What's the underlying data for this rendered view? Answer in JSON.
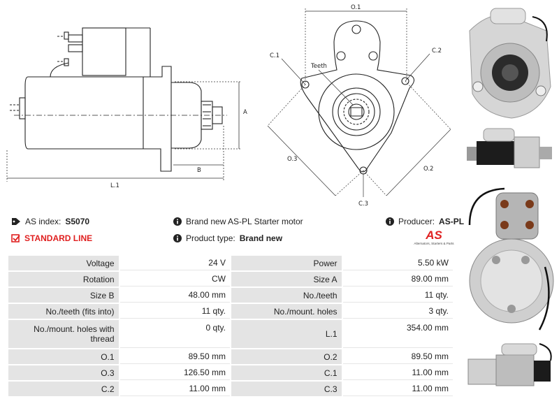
{
  "diagram": {
    "dims": {
      "o1": "O.1",
      "c1": "C.1",
      "c2": "C.2",
      "teeth": "Teeth",
      "a": "A",
      "b": "B",
      "l1": "L.1",
      "o3": "O.3",
      "o2": "O.2",
      "c3": "C.3"
    }
  },
  "info": {
    "as_index_label": "AS index:",
    "as_index_value": "S5070",
    "standard_line": "STANDARD LINE",
    "description": "Brand new AS-PL Starter motor",
    "product_type_label": "Product type:",
    "product_type_value": "Brand new",
    "producer_label": "Producer:",
    "producer_value": "AS-PL",
    "logo_text": "AS",
    "logo_tagline": "Alternators, Starters & Parts"
  },
  "specs": [
    [
      "Voltage",
      "24 V",
      "Power",
      "5.50 kW"
    ],
    [
      "Rotation",
      "CW",
      "Size A",
      "89.00 mm"
    ],
    [
      "Size B",
      "48.00 mm",
      "No./teeth",
      "11 qty."
    ],
    [
      "No./teeth (fits into)",
      "11 qty.",
      "No./mount. holes",
      "3 qty."
    ],
    [
      "No./mount. holes with thread",
      "0 qty.",
      "L.1",
      "354.00 mm"
    ],
    [
      "O.1",
      "89.50 mm",
      "O.2",
      "89.50 mm"
    ],
    [
      "O.3",
      "126.50 mm",
      "C.1",
      "11.00 mm"
    ],
    [
      "C.2",
      "11.00 mm",
      "C.3",
      "11.00 mm"
    ]
  ],
  "colors": {
    "accent_red": "#e02020",
    "label_bg": "#e4e4e4"
  }
}
